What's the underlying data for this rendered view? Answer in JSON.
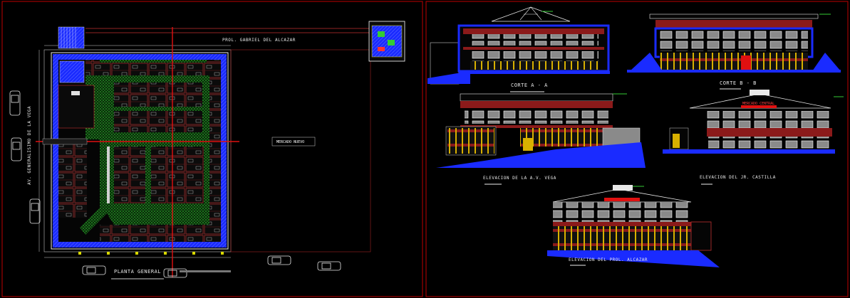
{
  "drawing": {
    "colors": {
      "background": "#000000",
      "frame": "#c00000",
      "wall_blue": "#1a2bff",
      "roof_red": "#8b1a1a",
      "green_hatch": "#33cc33",
      "yellow": "#d8d800",
      "window_gray": "#8a8a8a",
      "grass": "#1a3cff"
    },
    "labels": {
      "street_top": "PROL. GABRIEL DEL ALCAZAR",
      "street_left": "AV. GENERALISIMO DE LA VEGA",
      "plan_title": "PLANTA  GENERAL",
      "market_tag": "MERCADO NUEVO",
      "section_aa": "CORTE  A - A",
      "section_bb": "CORTE  B - B",
      "elev_vega": "ELEVACION  DE LA A.V.  VEGA",
      "elev_castilla": "ELEVACION  DEL JR.  CASTILLA",
      "elev_alcazar": "ELEVACION  DEL PROL.  ALCAZAR",
      "sign_board": "MERCADO CENTRAL"
    }
  }
}
